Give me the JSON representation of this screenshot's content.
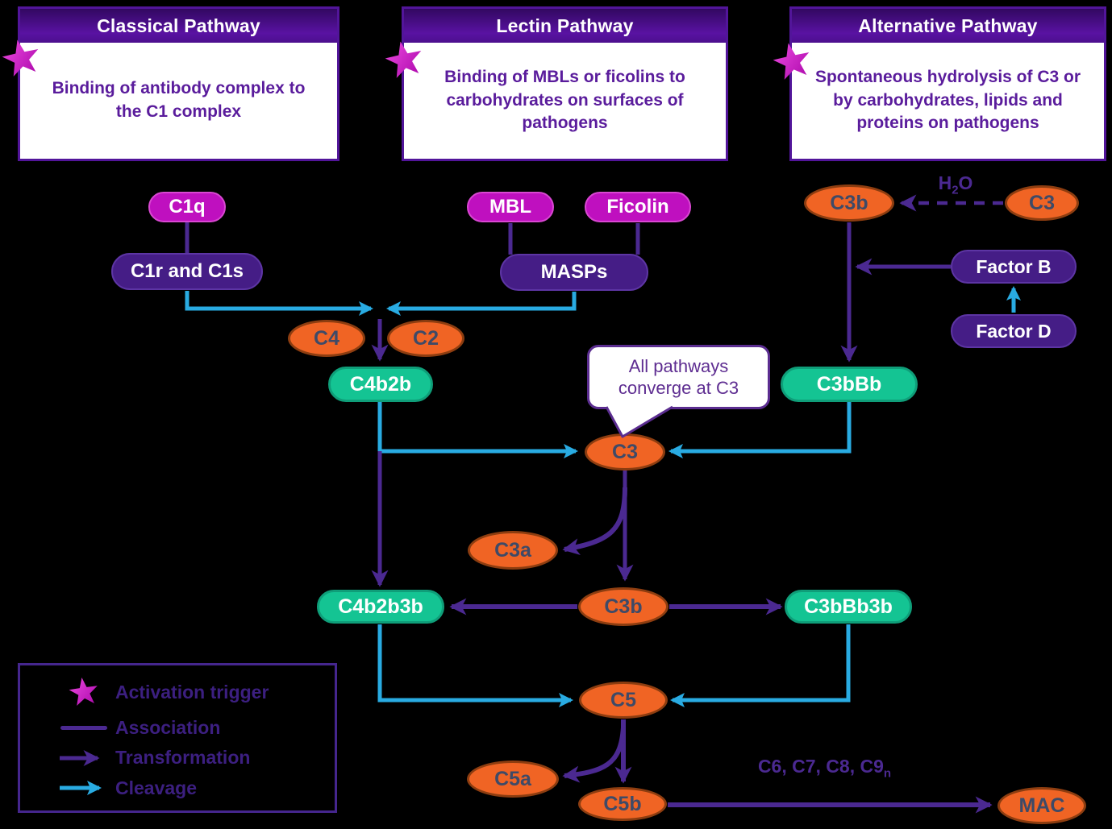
{
  "pathways": [
    {
      "title": "Classical Pathway",
      "description": "Binding of antibody complex to the C1 complex"
    },
    {
      "title": "Lectin Pathway",
      "description": "Binding of MBLs or ficolins to carbohydrates on surfaces of pathogens"
    },
    {
      "title": "Alternative Pathway",
      "description": "Spontaneous hydrolysis of C3 or by carbohydrates, lipids and proteins on pathogens"
    }
  ],
  "nodes": {
    "c1q": {
      "label": "C1q"
    },
    "c1r_c1s": {
      "label": "C1r and C1s"
    },
    "mbl": {
      "label": "MBL"
    },
    "ficolin": {
      "label": "Ficolin"
    },
    "masps": {
      "label": "MASPs"
    },
    "c3b_top": {
      "label": "C3b"
    },
    "c3_top": {
      "label": "C3"
    },
    "factor_b": {
      "label": "Factor B"
    },
    "factor_d": {
      "label": "Factor D"
    },
    "c4": {
      "label": "C4"
    },
    "c2": {
      "label": "C2"
    },
    "c4b2b": {
      "label": "C4b2b"
    },
    "c3bbb": {
      "label": "C3bBb"
    },
    "c3_mid": {
      "label": "C3"
    },
    "c3a": {
      "label": "C3a"
    },
    "c3b_mid": {
      "label": "C3b"
    },
    "c4b2b3b": {
      "label": "C4b2b3b"
    },
    "c3bbb3b": {
      "label": "C3bBb3b"
    },
    "c5": {
      "label": "C5"
    },
    "c5a": {
      "label": "C5a"
    },
    "c5b": {
      "label": "C5b"
    },
    "mac": {
      "label": "MAC"
    }
  },
  "bubble": {
    "text": "All pathways converge at C3"
  },
  "annotations": {
    "h2o": {
      "pre": "H",
      "sub": "2",
      "post": "O"
    },
    "mac_components": {
      "text": "C6, C7, C8, C9",
      "sub": "n"
    }
  },
  "legend": {
    "items": [
      {
        "icon": "star",
        "label": "Activation trigger"
      },
      {
        "icon": "line",
        "label": "Association"
      },
      {
        "icon": "purple-arrow",
        "label": "Transformation"
      },
      {
        "icon": "cyan-arrow",
        "label": "Cleavage"
      }
    ]
  },
  "colors": {
    "purple_connector": "#4b2991",
    "cyan_connector": "#29abe2",
    "magenta_node": "#bf10bf",
    "dark_purple_node": "#451d86",
    "orange_node": "#f06424",
    "teal_node": "#14c493",
    "header_text": "#ffffff",
    "body_text": "#5a1c9c"
  }
}
